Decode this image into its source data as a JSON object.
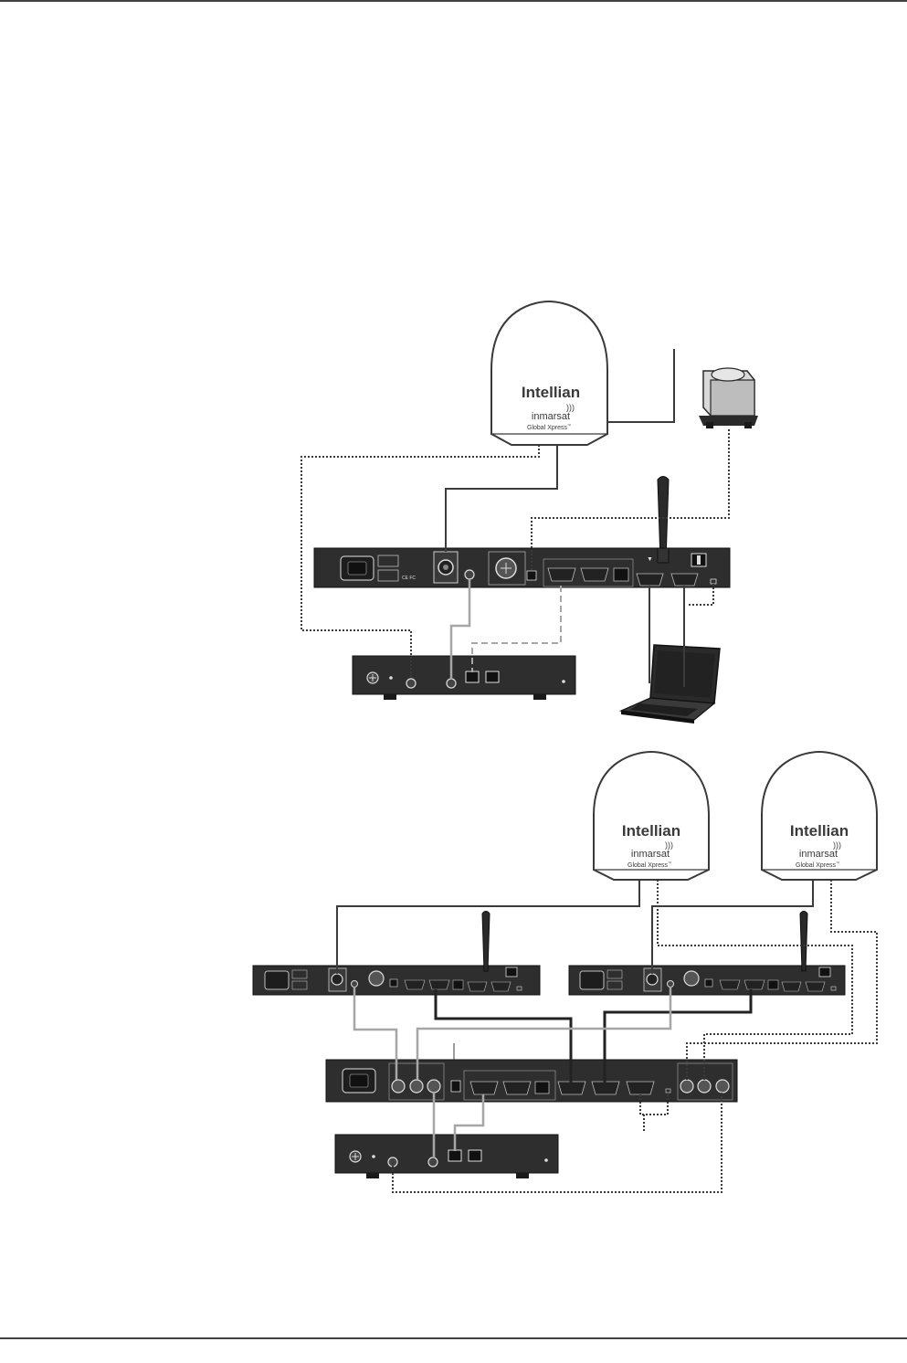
{
  "antenna": {
    "brand": "Intellian",
    "partner": "inmarsat",
    "service": "Global Xpress",
    "service_mark": "™"
  },
  "colors": {
    "device": "#2e2e2e",
    "device_dark": "#1c1c1c",
    "cable_solid": "#3c3c3c",
    "cable_gray": "#a6a6a6",
    "cable_dotted": "#3a3a3a",
    "rule": "#000000"
  },
  "unit_marks": {
    "ce_fcc": "CE FC"
  }
}
